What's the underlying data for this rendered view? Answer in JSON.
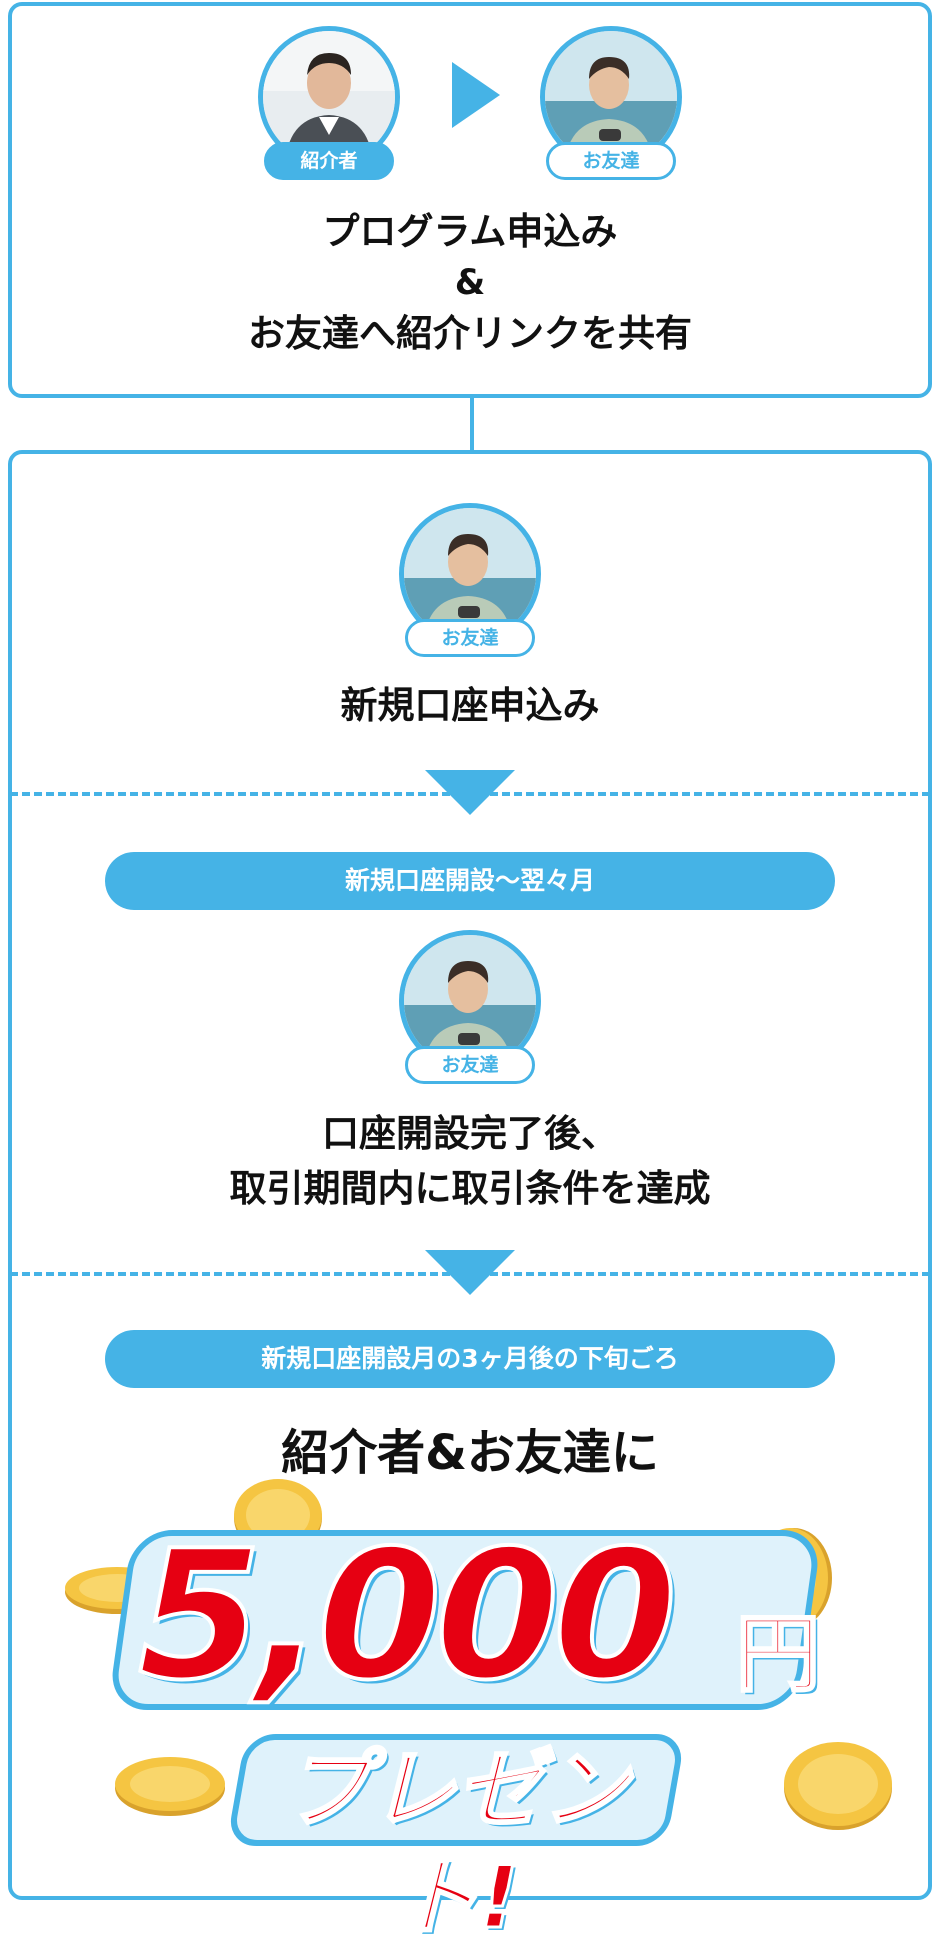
{
  "step1": {
    "referrer_badge": "紹介者",
    "friend_badge": "お友達",
    "line1": "プログラム申込み",
    "line2": "&",
    "line3": "お友達へ紹介リンクを共有"
  },
  "step2": {
    "friend_badge": "お友達",
    "text": "新規口座申込み"
  },
  "step3": {
    "period_label": "新規口座開設〜翌々月",
    "friend_badge": "お友達",
    "line1": "口座開設完了後、",
    "line2": "取引期間内に取引条件を達成"
  },
  "step4": {
    "period_label": "新規口座開設月の3ヶ月後の下旬ごろ",
    "headline": "紹介者&お友達に",
    "amount": "5,000",
    "currency": "円",
    "present": "プレゼント!"
  },
  "colors": {
    "accent": "#45b3e6",
    "red": "#e60012",
    "gold": "#f5c542"
  },
  "icons": [
    "play-arrow-icon",
    "down-triangle-icon",
    "coin-icon"
  ]
}
